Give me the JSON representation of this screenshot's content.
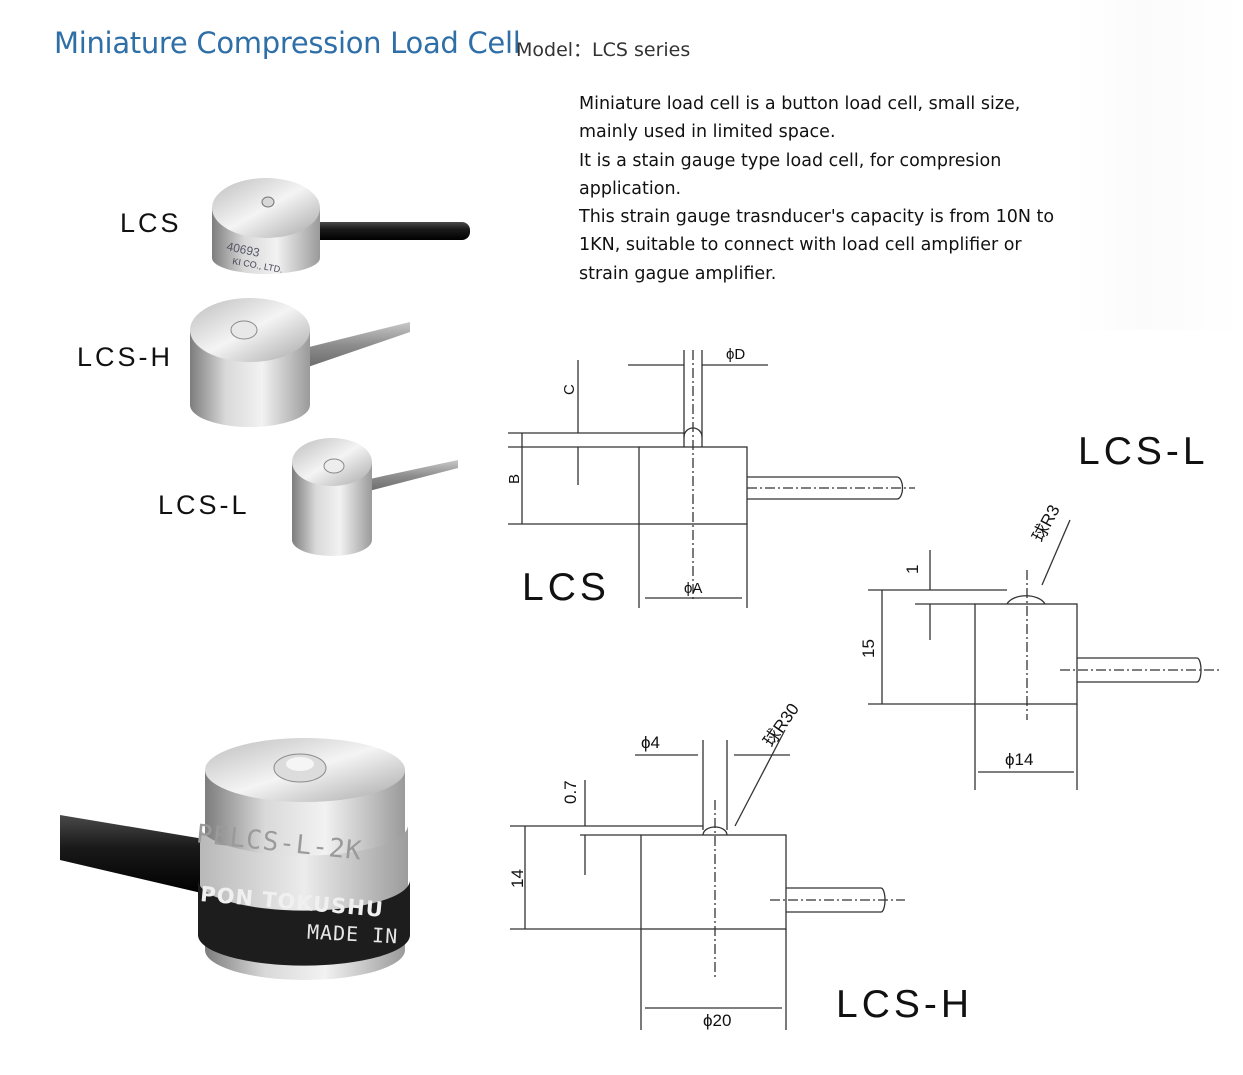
{
  "header": {
    "title": "Miniature Compression Load Cell",
    "model": "Model：LCS series"
  },
  "description": [
    "Miniature load cell is a button load cell, small size,",
    "mainly used in limited space.",
    "It is a stain gauge type load cell, for compresion",
    "application.",
    "This strain gauge trasnducer's capacity is from 10N to",
    "1KN, suitable to connect with load cell amplifier or",
    "strain gague amplifier."
  ],
  "photos": {
    "lcs": "LCS",
    "lcs_h": "LCS-H",
    "lcs_l": "LCS-L",
    "lcs_body_text": "40693",
    "lcs_body_text2": "KI CO., LTD.",
    "closeup_band_text": "PELCS-L-2K",
    "closeup_brand": "PON TOKUSHU",
    "closeup_made": "MADE IN"
  },
  "drawings": {
    "lcs": {
      "name": "LCS",
      "dim_d": "ϕD",
      "dim_c": "C",
      "dim_b": "B",
      "dim_a": "ϕA"
    },
    "lcs_l": {
      "name": "LCS-L",
      "dim_r": "球R3",
      "dim_1": "1",
      "dim_15": "15",
      "dim_14": "ϕ14"
    },
    "lcs_h": {
      "name": "LCS-H",
      "dim_4": "ϕ4",
      "dim_r": "球R30",
      "dim_07": "0.7",
      "dim_14": "14",
      "dim_20": "ϕ20"
    }
  },
  "colors": {
    "title": "#2f6fa8",
    "metal_light": "#e6e6e6",
    "metal_dark": "#8a8a8a",
    "cable": "#1a1a1a",
    "line": "#333333"
  }
}
